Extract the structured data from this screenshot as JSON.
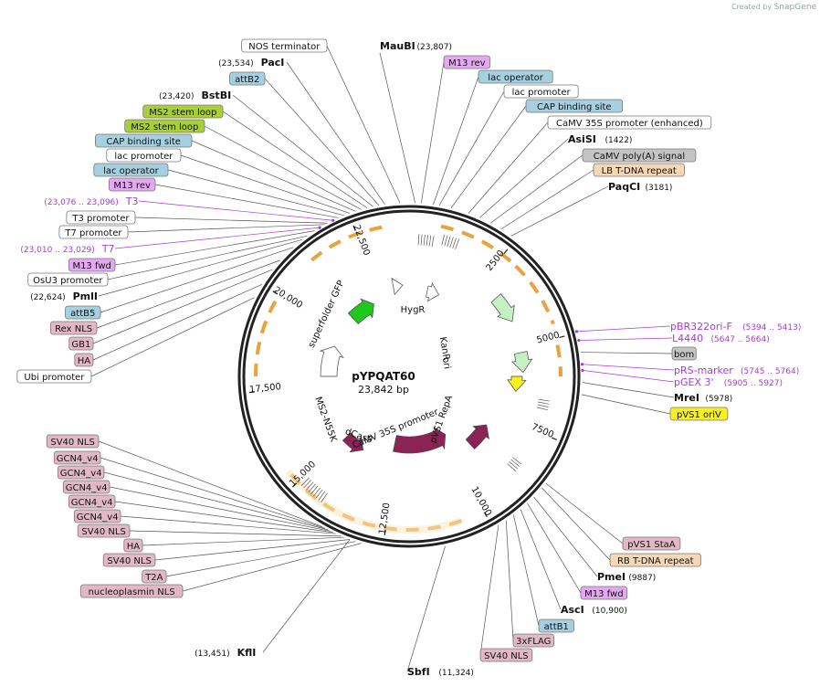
{
  "credit": {
    "prefix": "Created by",
    "brand": "SnapGene"
  },
  "plasmid": {
    "name": "pYPQAT60",
    "size": "23,842 bp",
    "length": 23842
  },
  "ticks": [
    "2500",
    "5000",
    "7500",
    "10,000",
    "12,500",
    "15,000",
    "17,500",
    "20,000",
    "22,500"
  ],
  "colors": {
    "white": "#ffffff",
    "blue": "#a6cfe0",
    "lightblue": "#b4d4e6",
    "pink": "#e2b7c6",
    "purple": "#e3a8ef",
    "green": "#a8cf38",
    "gray": "#c4c4c4",
    "peach": "#f6d7b6",
    "yellow": "#f7f01c",
    "orange": "#e8a33c",
    "maroon": "#8b2455",
    "limegreen": "#1ec81e",
    "palegreen": "#c4f0c4",
    "primer": "#a43ecc"
  },
  "labels": [
    {
      "text": "NOS terminator",
      "style": "white",
      "side": "left"
    },
    {
      "text": "PacI",
      "coord": "(23,534)",
      "style": "enzyme",
      "side": "left"
    },
    {
      "text": "attB2",
      "style": "blue",
      "side": "left"
    },
    {
      "text": "BstBI",
      "coord": "(23,420)",
      "style": "enzyme",
      "side": "left"
    },
    {
      "text": "MS2 stem loop",
      "style": "green",
      "side": "left"
    },
    {
      "text": "MS2 stem loop",
      "style": "green",
      "side": "left"
    },
    {
      "text": "CAP binding site",
      "style": "blue",
      "side": "left"
    },
    {
      "text": "lac promoter",
      "style": "white",
      "side": "left"
    },
    {
      "text": "lac operator",
      "style": "blue",
      "side": "left"
    },
    {
      "text": "M13 rev",
      "style": "purple",
      "side": "left"
    },
    {
      "text": "T3",
      "coord": "(23,076 .. 23,096)",
      "style": "primer",
      "side": "left"
    },
    {
      "text": "T3 promoter",
      "style": "white",
      "side": "left"
    },
    {
      "text": "T7 promoter",
      "style": "white",
      "side": "left"
    },
    {
      "text": "T7",
      "coord": "(23,010 .. 23,029)",
      "style": "primer",
      "side": "left"
    },
    {
      "text": "M13 fwd",
      "style": "purple",
      "side": "left"
    },
    {
      "text": "OsU3 promoter",
      "style": "white",
      "side": "left"
    },
    {
      "text": "PmlI",
      "coord": "(22,624)",
      "style": "enzyme",
      "side": "left"
    },
    {
      "text": "attB5",
      "style": "blue",
      "side": "left"
    },
    {
      "text": "Rex NLS",
      "style": "pink",
      "side": "left"
    },
    {
      "text": "GB1",
      "style": "pink",
      "side": "left"
    },
    {
      "text": "HA",
      "style": "pink",
      "side": "left"
    },
    {
      "text": "Ubi promoter",
      "style": "white",
      "side": "left"
    },
    {
      "text": "SV40 NLS",
      "style": "pink",
      "side": "left"
    },
    {
      "text": "GCN4_v4",
      "style": "pink",
      "side": "left"
    },
    {
      "text": "GCN4_v4",
      "style": "pink",
      "side": "left"
    },
    {
      "text": "GCN4_v4",
      "style": "pink",
      "side": "left"
    },
    {
      "text": "GCN4_v4",
      "style": "pink",
      "side": "left"
    },
    {
      "text": "GCN4_v4",
      "style": "pink",
      "side": "left"
    },
    {
      "text": "SV40 NLS",
      "style": "pink",
      "side": "left"
    },
    {
      "text": "HA",
      "style": "pink",
      "side": "left"
    },
    {
      "text": "SV40 NLS",
      "style": "pink",
      "side": "left"
    },
    {
      "text": "T2A",
      "style": "pink",
      "side": "left"
    },
    {
      "text": "nucleoplasmin NLS",
      "style": "pink",
      "side": "left"
    },
    {
      "text": "KflI",
      "coord": "(13,451)",
      "style": "enzyme",
      "side": "left"
    },
    {
      "text": "MauBI",
      "coord": "(23,807)",
      "style": "enzyme",
      "side": "right"
    },
    {
      "text": "M13 rev",
      "style": "purple",
      "side": "right"
    },
    {
      "text": "lac operator",
      "style": "blue",
      "side": "right"
    },
    {
      "text": "lac promoter",
      "style": "white",
      "side": "right"
    },
    {
      "text": "CAP binding site",
      "style": "blue",
      "side": "right"
    },
    {
      "text": "CaMV 35S promoter (enhanced)",
      "style": "white",
      "side": "right"
    },
    {
      "text": "AsiSI",
      "coord": "(1422)",
      "style": "enzyme",
      "side": "right"
    },
    {
      "text": "CaMV poly(A) signal",
      "style": "gray",
      "side": "right"
    },
    {
      "text": "LB T-DNA repeat",
      "style": "peach",
      "side": "right"
    },
    {
      "text": "PaqCI",
      "coord": "(3181)",
      "style": "enzyme",
      "side": "right"
    },
    {
      "text": "pBR322ori-F",
      "coord": "(5394 .. 5413)",
      "style": "primer",
      "side": "right"
    },
    {
      "text": "L4440",
      "coord": "(5647 .. 5664)",
      "style": "primer",
      "side": "right"
    },
    {
      "text": "bom",
      "style": "gray",
      "side": "right"
    },
    {
      "text": "pRS-marker",
      "coord": "(5745 .. 5764)",
      "style": "primer",
      "side": "right"
    },
    {
      "text": "pGEX 3'",
      "coord": "(5905 .. 5927)",
      "style": "primer",
      "side": "right"
    },
    {
      "text": "MreI",
      "coord": "(5978)",
      "style": "enzyme",
      "side": "right"
    },
    {
      "text": "pVS1 oriV",
      "style": "yellow",
      "side": "right"
    },
    {
      "text": "pVS1 StaA",
      "style": "pink",
      "side": "right"
    },
    {
      "text": "RB T-DNA repeat",
      "style": "peach",
      "side": "right"
    },
    {
      "text": "PmeI",
      "coord": "(9887)",
      "style": "enzyme",
      "side": "right"
    },
    {
      "text": "M13 fwd",
      "style": "purple",
      "side": "right"
    },
    {
      "text": "AscI",
      "coord": "(10,900)",
      "style": "enzyme",
      "side": "right"
    },
    {
      "text": "attB1",
      "style": "blue",
      "side": "right"
    },
    {
      "text": "3xFLAG",
      "style": "pink",
      "side": "right"
    },
    {
      "text": "SV40 NLS",
      "style": "pink",
      "side": "right"
    },
    {
      "text": "SbfI",
      "coord": "(11,324)",
      "style": "enzyme",
      "side": "right"
    }
  ],
  "features": [
    {
      "name": "superfolder GFP",
      "color": "limegreen"
    },
    {
      "name": "HygR",
      "color": "palegreen"
    },
    {
      "name": "KanR",
      "color": "palegreen"
    },
    {
      "name": "ori",
      "color": "yellow"
    },
    {
      "name": "pVS1 RepA",
      "color": "maroon"
    },
    {
      "name": "CaMV 35S promoter",
      "color": "white"
    },
    {
      "name": "dCas9",
      "color": "maroon"
    },
    {
      "name": "MS2-N55K",
      "color": "maroon"
    },
    {
      "name": "Ubi promoter",
      "color": "white"
    }
  ]
}
